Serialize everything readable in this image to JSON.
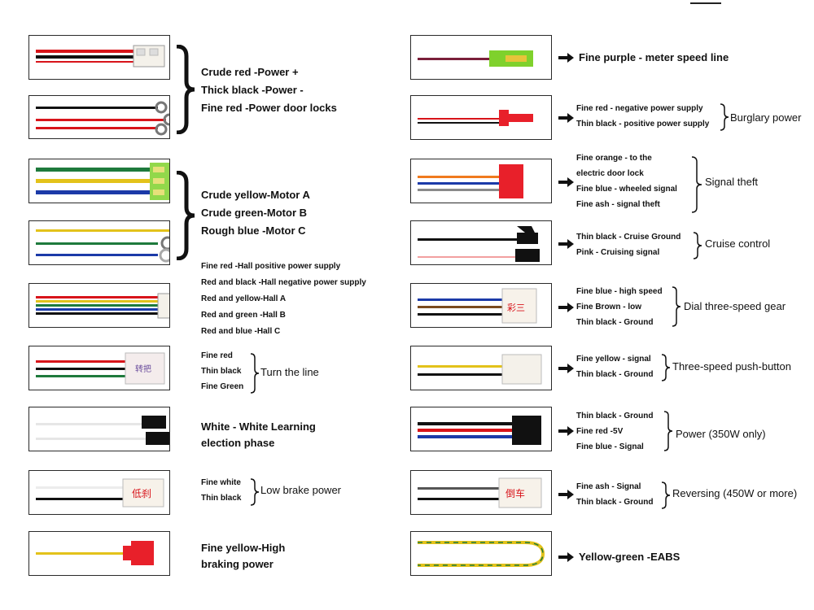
{
  "left": {
    "power_group": [
      "Crude red  -Power +",
      "Thick black -Power -",
      "Fine red   -Power door locks"
    ],
    "motor_group": [
      "Crude yellow-Motor A",
      "Crude green-Motor B",
      "Rough blue  -Motor C"
    ],
    "hall_group": [
      "Fine red  -Hall positive power supply",
      "Red and black -Hall negative power supply",
      "Red and yellow-Hall A",
      "Red and green -Hall B",
      "Red and blue  -Hall C"
    ],
    "turn_group": {
      "items": [
        "Fine red",
        "Thin black",
        "Fine Green"
      ],
      "title": "Turn the line"
    },
    "learning": [
      "White - White Learning",
      "election phase"
    ],
    "low_brake": {
      "items": [
        "Fine white",
        "Thin black"
      ],
      "title": "Low brake power",
      "connector_text": "低刹"
    },
    "high_brake": [
      "Fine yellow-High",
      "braking power"
    ],
    "turn_connector_text": "转把"
  },
  "right": {
    "meter": "Fine purple - meter speed line",
    "burglary": {
      "items": [
        "Fine red - negative power supply",
        "Thin black - positive power supply"
      ],
      "title": "Burglary power"
    },
    "signal_theft": {
      "items": [
        "Fine orange - to the",
        "electric door lock",
        "Fine blue - wheeled signal",
        "Fine ash - signal theft"
      ],
      "title": "Signal theft"
    },
    "cruise": {
      "items": [
        "Thin black - Cruise Ground",
        "Pink - Cruising signal"
      ],
      "title": "Cruise control"
    },
    "dial": {
      "items": [
        "Fine blue - high speed",
        "Fine Brown - low",
        "Thin black - Ground"
      ],
      "title": "Dial three-speed gear",
      "connector_text": "彩三"
    },
    "push": {
      "items": [
        "Fine yellow - signal",
        "Thin black - Ground"
      ],
      "title": "Three-speed push-button"
    },
    "power350": {
      "items": [
        "Thin black - Ground",
        "Fine red -5V",
        "Fine blue - Signal"
      ],
      "title": "Power (350W only)"
    },
    "reversing": {
      "items": [
        "Fine ash - Signal",
        "Thin black - Ground"
      ],
      "title": "Reversing (450W or more)",
      "connector_text": "倒车"
    },
    "eabs": "Yellow-green -EABS"
  },
  "colors": {
    "red": "#d8141a",
    "black": "#111111",
    "green": "#1e7a3c",
    "yellow": "#e3c21a",
    "blue": "#1b3aa8",
    "orange": "#f07a1e",
    "white": "#f2f2f2",
    "grey": "#8a8a8a",
    "pink": "#f2a0a0",
    "purple": "#7a1f3a",
    "brown": "#7a4a1e",
    "lime": "#7fd12c",
    "connector_red": "#e8202a",
    "connector_white": "#f4f1ea"
  }
}
